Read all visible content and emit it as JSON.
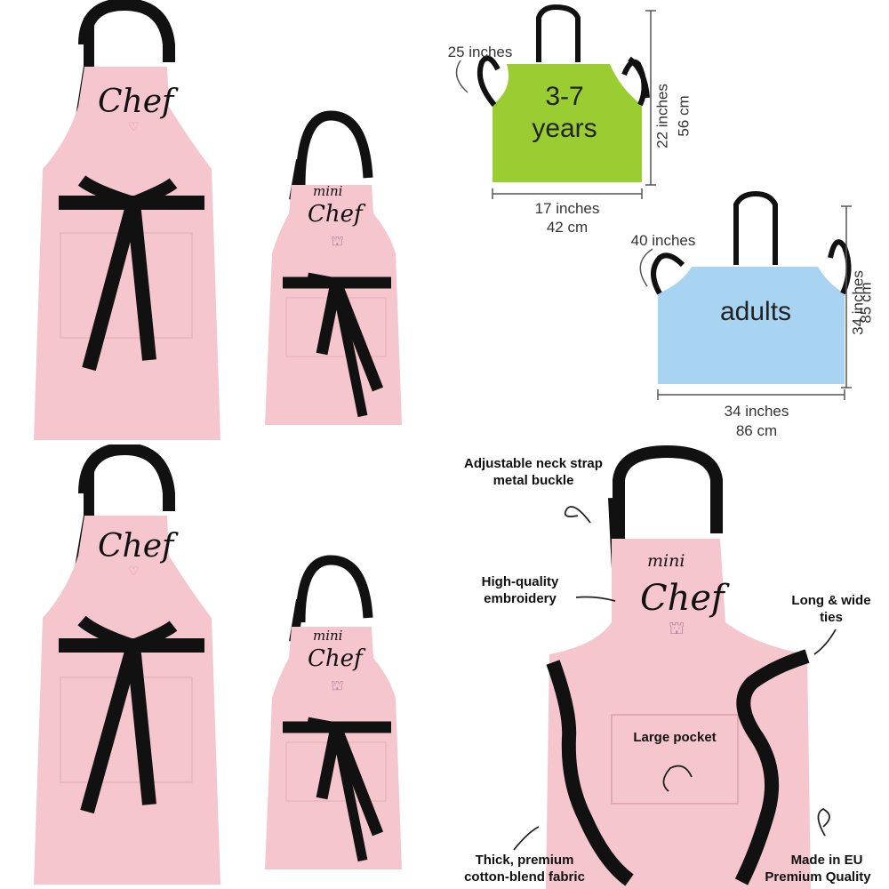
{
  "colors": {
    "apron_pink": "#f5c6cd",
    "strap_black": "#111111",
    "heart_pink": "#e98fb0",
    "kid_green": "#9acd32",
    "adult_blue": "#a8d4f2"
  },
  "photo_aprons": {
    "adult_label": "Chef",
    "kid_label_small": "mini",
    "kid_label_big": "Chef"
  },
  "size_chart": {
    "kids": {
      "strap": "25 inches",
      "label_line1": "3-7",
      "label_line2": "years",
      "height_in": "22 inches",
      "height_cm": "56 cm",
      "width_in": "17 inches",
      "width_cm": "42 cm"
    },
    "adults": {
      "strap": "40 inches",
      "label": "adults",
      "height_in": "34 inches",
      "height_cm": "85 cm",
      "width_in": "34 inches",
      "width_cm": "86 cm"
    }
  },
  "features": {
    "neck_strap_line1": "Adjustable neck strap",
    "neck_strap_line2": "metal buckle",
    "embroidery_line1": "High-quality",
    "embroidery_line2": "embroidery",
    "ties_line1": "Long & wide",
    "ties_line2": "ties",
    "pocket": "Large pocket",
    "fabric_line1": "Thick, premium",
    "fabric_line2": "cotton-blend fabric",
    "origin_line1": "Made in EU",
    "origin_line2": "Premium Quality",
    "apron_small": "mini",
    "apron_big": "Chef"
  }
}
